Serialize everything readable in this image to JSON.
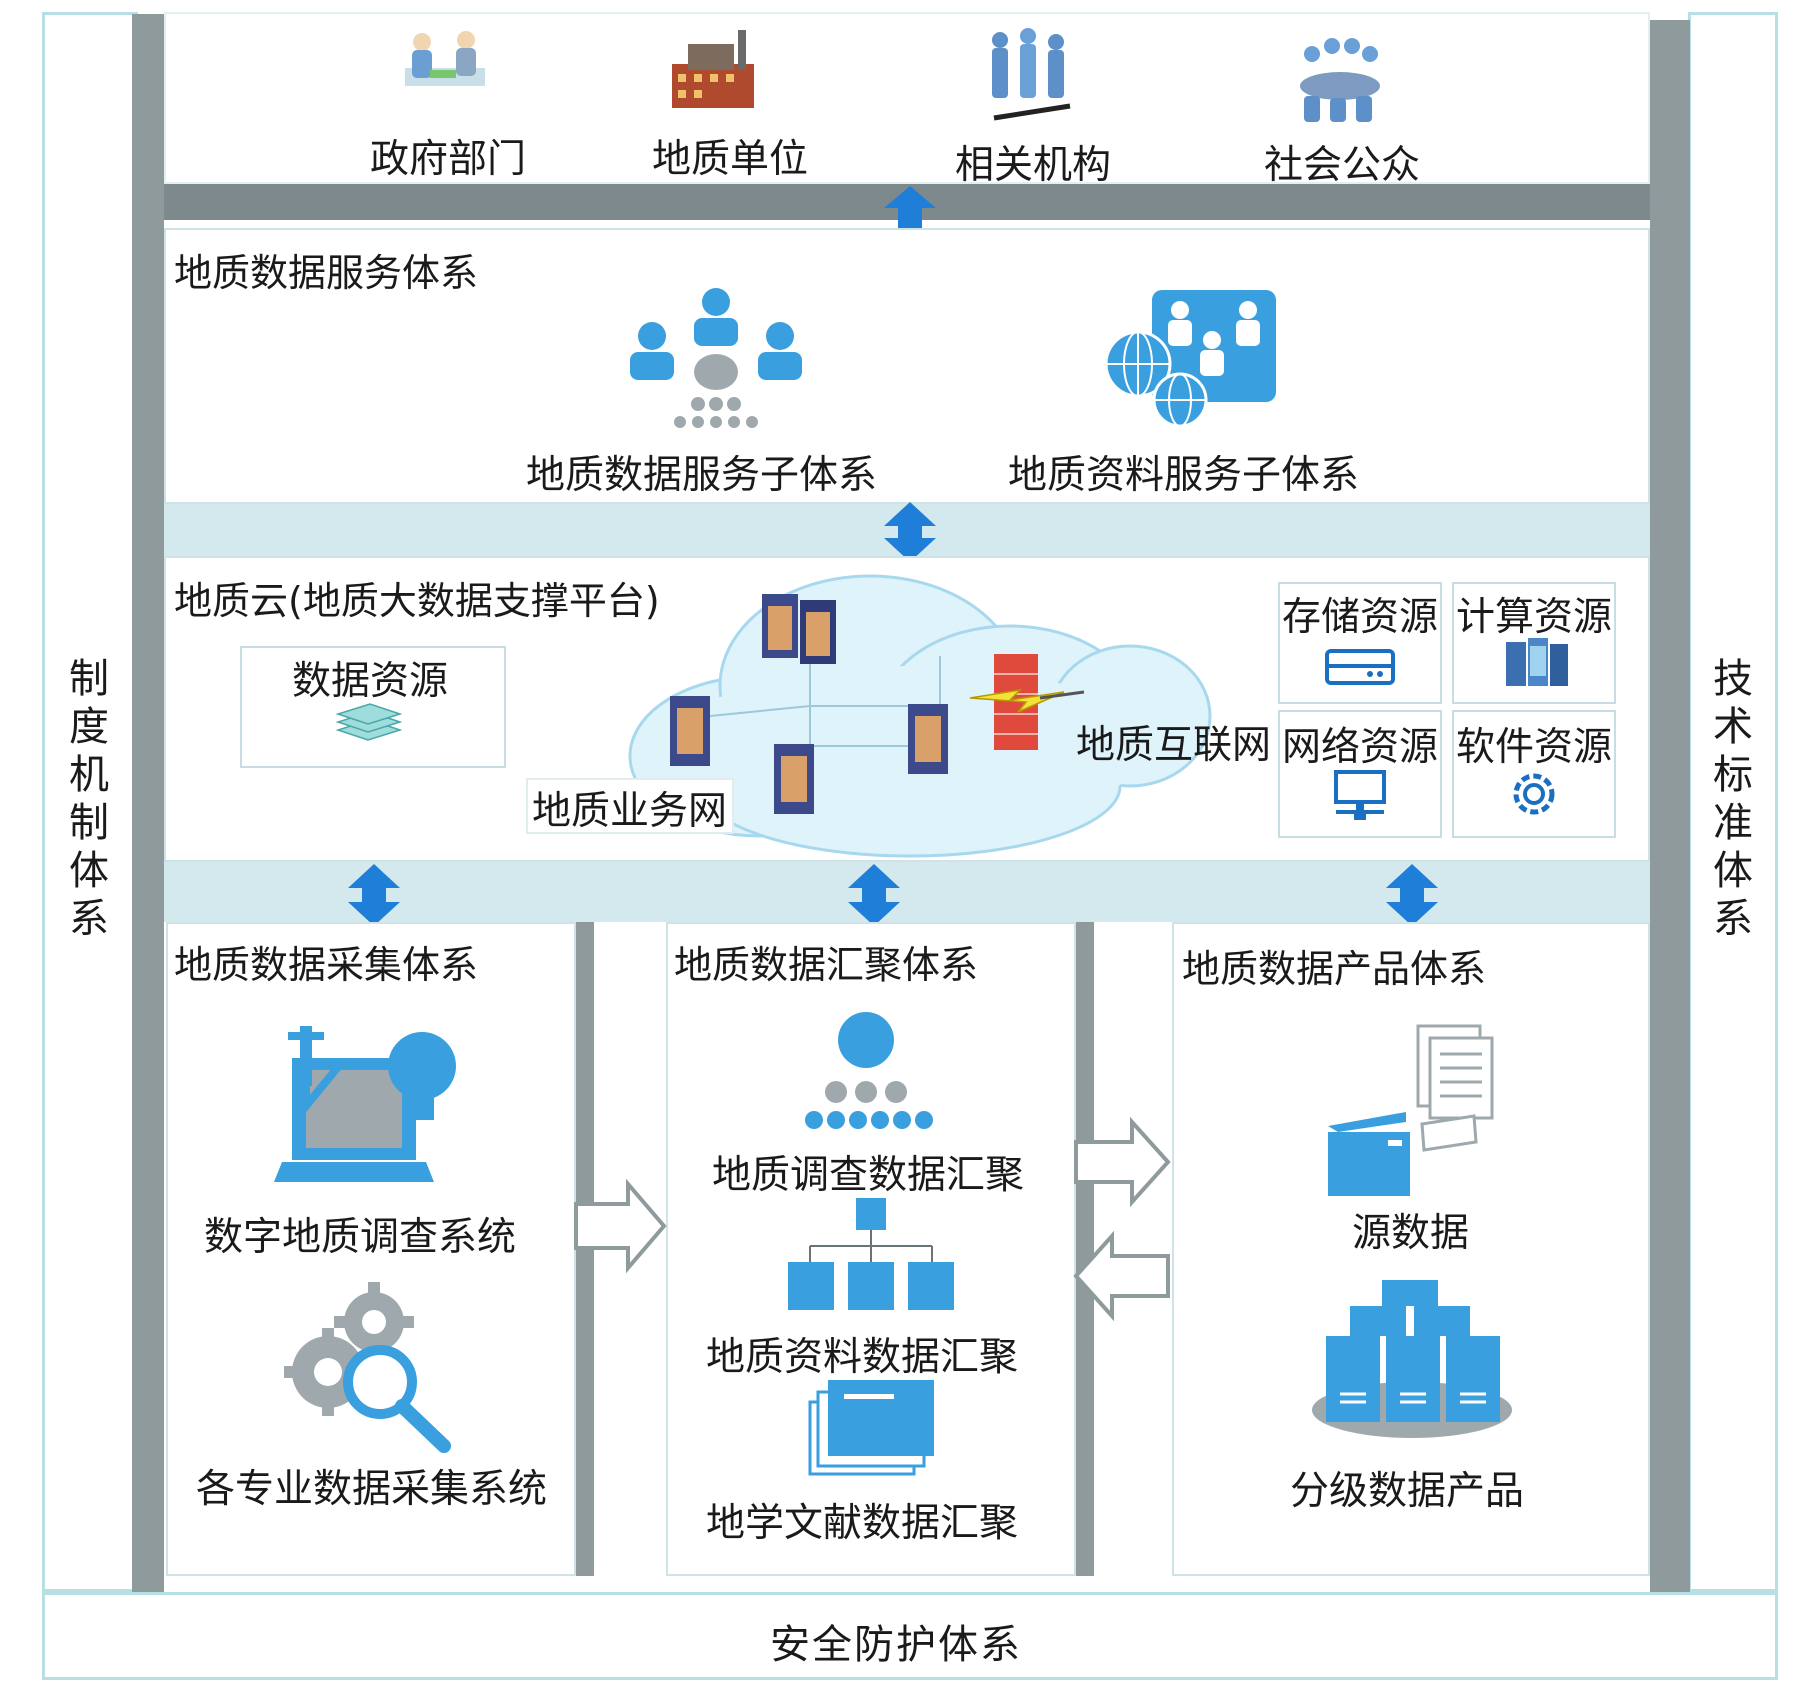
{
  "left_system": "制度机制体系",
  "right_system": "技术标准体系",
  "bottom_system": "安全防护体系",
  "users": [
    "政府部门",
    "地质单位",
    "相关机构",
    "社会公众"
  ],
  "service": {
    "title": "地质数据服务体系",
    "subs": [
      "地质数据服务子体系",
      "地质资料服务子体系"
    ]
  },
  "cloud": {
    "title": "地质云(地质大数据支撑平台)",
    "data_resource": "数据资源",
    "business_net": "地质业务网",
    "internet": "地质互联网",
    "resources": [
      "存储资源",
      "计算资源",
      "网络资源",
      "软件资源"
    ]
  },
  "collect": {
    "title": "地质数据采集体系",
    "items": [
      "数字地质调查系统",
      "各专业数据采集系统"
    ]
  },
  "converge": {
    "title": "地质数据汇聚体系",
    "items": [
      "地质调查数据汇聚",
      "地质资料数据汇聚",
      "地学文献数据汇聚"
    ]
  },
  "product": {
    "title": "地质数据产品体系",
    "items": [
      "源数据",
      "分级数据产品"
    ]
  },
  "colors": {
    "accent": "#3a9fdf",
    "dark_accent": "#1b6fc0",
    "frame": "#b7dfe6",
    "wall": "#8f9a9d"
  }
}
